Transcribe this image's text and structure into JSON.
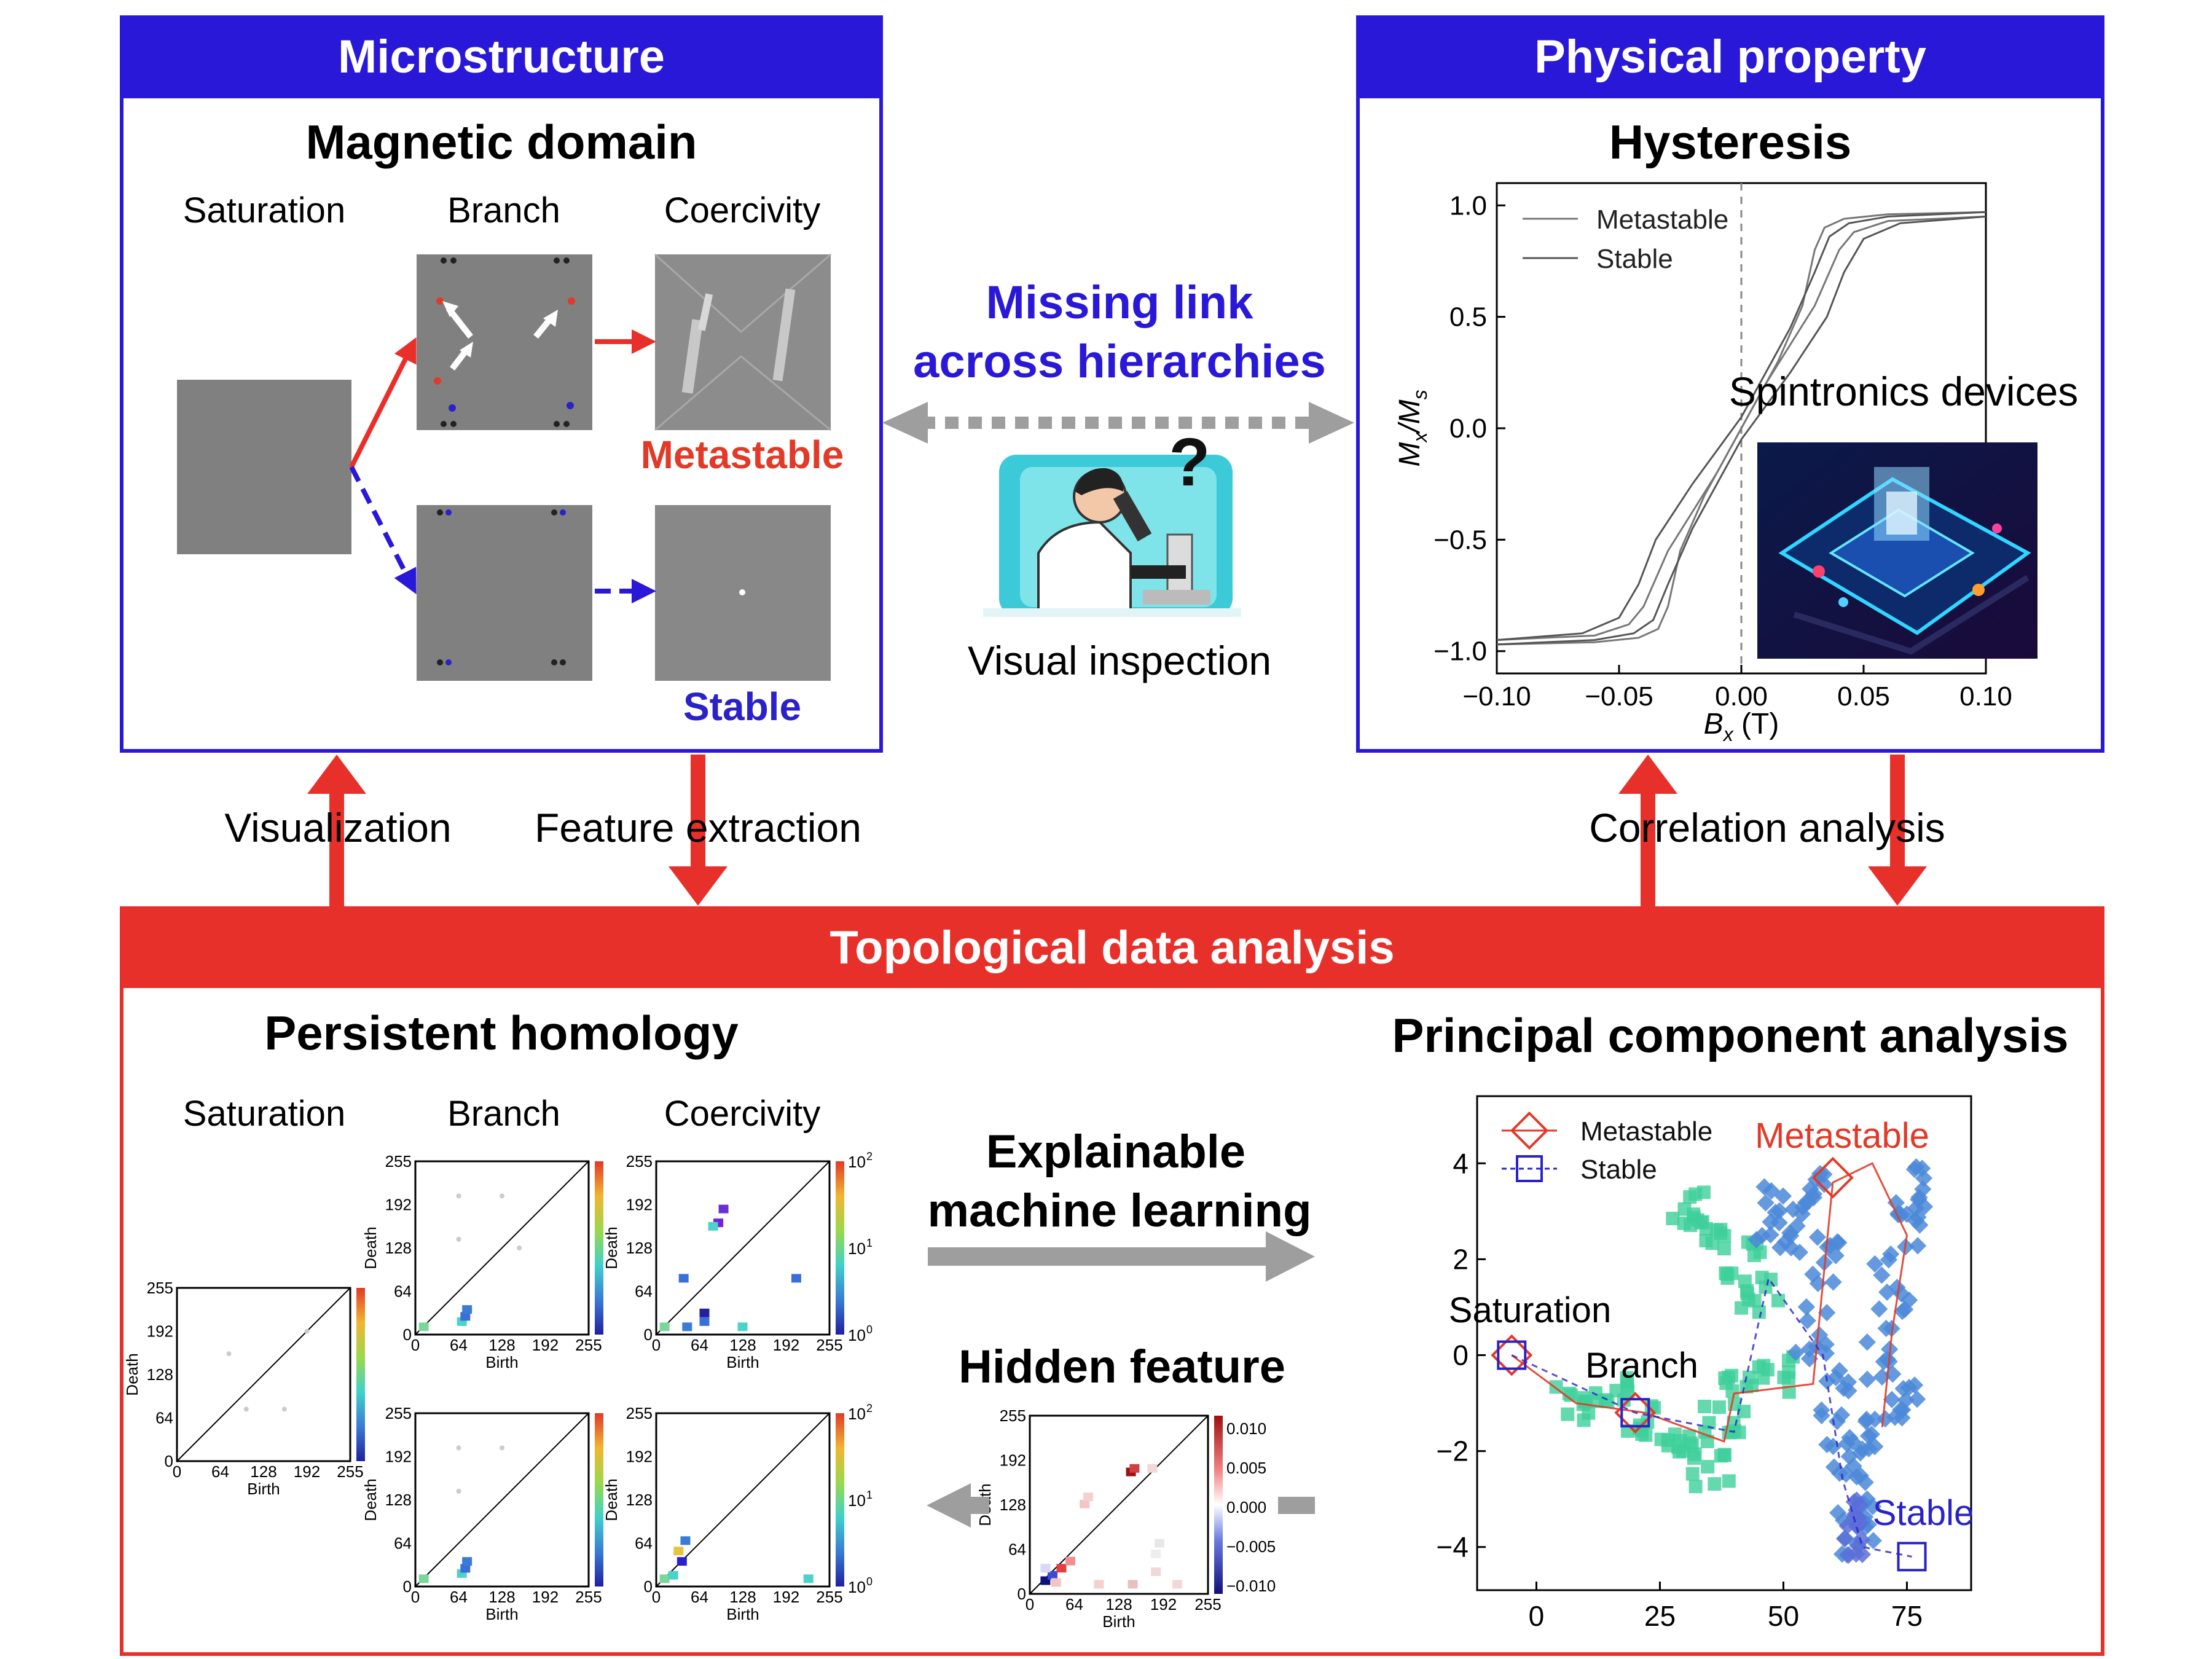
{
  "colors": {
    "blue": "#2a18d8",
    "red": "#e8302a",
    "domain_gray": "#808080",
    "mid_gray": "#9e9e9e",
    "metastable_red": "#e23a28",
    "stable_blue": "#2a22c8",
    "green": "#3fcf9a",
    "pca_blue": "#4b88d8"
  },
  "icons": [
    "microscope-scientist-icon",
    "question-mark-icon",
    "spintronics-device-icon"
  ],
  "micro": {
    "header": "Microstructure",
    "subtitle": "Magnetic domain",
    "col_saturation": "Saturation",
    "col_branch": "Branch",
    "col_coercivity": "Coercivity",
    "label_metastable": "Metastable",
    "label_stable": "Stable"
  },
  "phys": {
    "header": "Physical property",
    "subtitle": "Hysteresis",
    "spintronics": "Spintronics devices"
  },
  "middle": {
    "missing_link_line1": "Missing link",
    "missing_link_line2": "across hierarchies",
    "visual_inspection": "Visual inspection"
  },
  "arrows": {
    "visualization": "Visualization",
    "feature_extraction": "Feature extraction",
    "correlation_analysis": "Correlation analysis"
  },
  "tda": {
    "header": "Topological data analysis",
    "ph_title": "Persistent homology",
    "col_saturation": "Saturation",
    "col_branch": "Branch",
    "col_coercivity": "Coercivity",
    "xai_line1": "Explainable",
    "xai_line2": "machine learning",
    "hidden_feature": "Hidden feature",
    "pca_title": "Principal component analysis",
    "pd_ticks": [
      "0",
      "64",
      "128",
      "192",
      "255"
    ],
    "pd_xlabel": "Birth",
    "pd_ylabel": "Death",
    "log_ticks": [
      "10",
      "10",
      "10"
    ],
    "log_exps": [
      "0",
      "1",
      "2"
    ],
    "hidden_cbar_ticks": [
      "0.010",
      "0.005",
      "0.000",
      "−0.005",
      "−0.010"
    ]
  },
  "chart_data": [
    {
      "type": "line",
      "ylabel": "Mx/Ms",
      "xlabel": "Bx (T)",
      "xlim": [
        -0.1,
        0.1
      ],
      "ylim": [
        -1.1,
        1.1
      ],
      "x_ticks": [
        "−0.10",
        "−0.05",
        "0.00",
        "0.05",
        "0.10"
      ],
      "y_ticks": [
        "−1.0",
        "−0.5",
        "0.0",
        "0.5",
        "1.0"
      ],
      "legend": "top-left",
      "series": [
        {
          "name": "Metastable",
          "x": [
            -0.1,
            -0.06,
            -0.046,
            -0.04,
            -0.03,
            -0.01,
            0.0,
            0.015,
            0.025,
            0.03,
            0.034,
            0.042,
            0.06,
            0.1
          ],
          "y": [
            -0.95,
            -0.93,
            -0.88,
            -0.8,
            -0.55,
            -0.2,
            0.0,
            0.3,
            0.55,
            0.8,
            0.9,
            0.94,
            0.96,
            0.97
          ]
        },
        {
          "name": "Stable",
          "x": [
            -0.1,
            -0.065,
            -0.05,
            -0.042,
            -0.035,
            -0.02,
            0.0,
            0.02,
            0.03,
            0.036,
            0.044,
            0.06,
            0.1
          ],
          "y": [
            -0.95,
            -0.92,
            -0.85,
            -0.7,
            -0.5,
            -0.25,
            0.05,
            0.45,
            0.7,
            0.86,
            0.92,
            0.95,
            0.97
          ]
        }
      ]
    },
    {
      "type": "scatter",
      "xlim": [
        -12,
        88
      ],
      "ylim": [
        -4.9,
        5.4
      ],
      "x_ticks": [
        0,
        25,
        50,
        75
      ],
      "y_ticks": [
        4,
        2,
        0,
        -2,
        -4
      ],
      "legend": "top-left",
      "annotations": [
        "Metastable",
        "Saturation",
        "Branch",
        "Stable"
      ],
      "series": [
        {
          "name": "Metastable",
          "markers": [
            [
              -5,
              0
            ],
            [
              20,
              -1.2
            ],
            [
              60,
              3.7
            ]
          ]
        },
        {
          "name": "Stable",
          "markers": [
            [
              -5,
              0
            ],
            [
              20,
              -1.2
            ],
            [
              76,
              -4.2
            ]
          ]
        }
      ]
    }
  ]
}
